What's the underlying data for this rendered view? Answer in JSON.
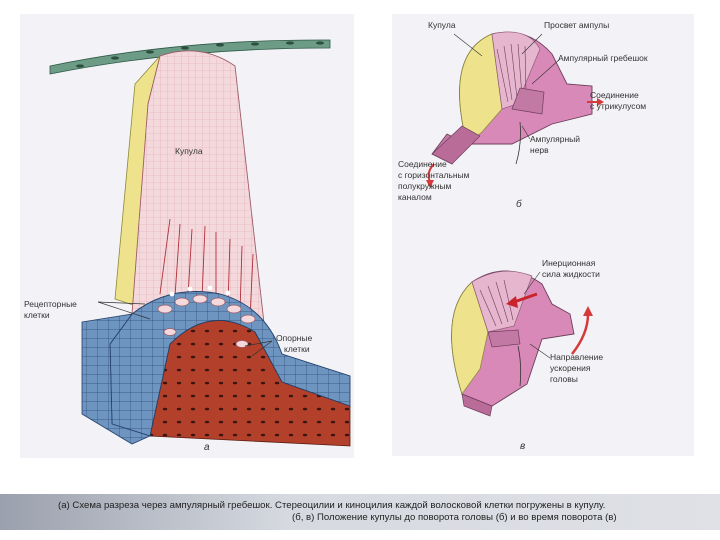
{
  "figure_a": {
    "cupula_label": "Купула",
    "receptor_label": [
      "Рецепторные",
      "клетки"
    ],
    "support_label": [
      "Опорные",
      "клетки"
    ],
    "panel_letter": "а"
  },
  "figure_b": {
    "cupula_label": "Купула",
    "ampulla_lumen_label": "Просвет ампулы",
    "crista_label": "Ампулярный гребешок",
    "utricle_label": [
      "Соединение",
      "с утрикулусом"
    ],
    "nerve_label": [
      "Ампулярный",
      "нерв"
    ],
    "canal_label": [
      "Соединение",
      "с горизонтальным",
      "полукружным",
      "каналом"
    ],
    "panel_letter": "б"
  },
  "figure_c": {
    "inertia_label": [
      "Инерционная",
      "сила жидкости"
    ],
    "accel_label": [
      "Направление",
      "ускорения",
      "головы"
    ],
    "panel_letter": "в"
  },
  "caption": {
    "line1": "(а) Схема разреза через ампулярный гребешок. Стереоцилии и киноцилия каждой волосковой клетки погружены в купулу.",
    "line2": "(б, в) Положение купулы до поворота головы (б) и во время поворота (в)"
  },
  "colors": {
    "cupula_pink": "#f4d9dc",
    "cupula_yellow": "#efe28c",
    "epithelium_blue": "#6e94c0",
    "connective_red": "#b2402b",
    "ampulla_magenta": "#d989b8",
    "accent_red": "#d43a3a"
  }
}
